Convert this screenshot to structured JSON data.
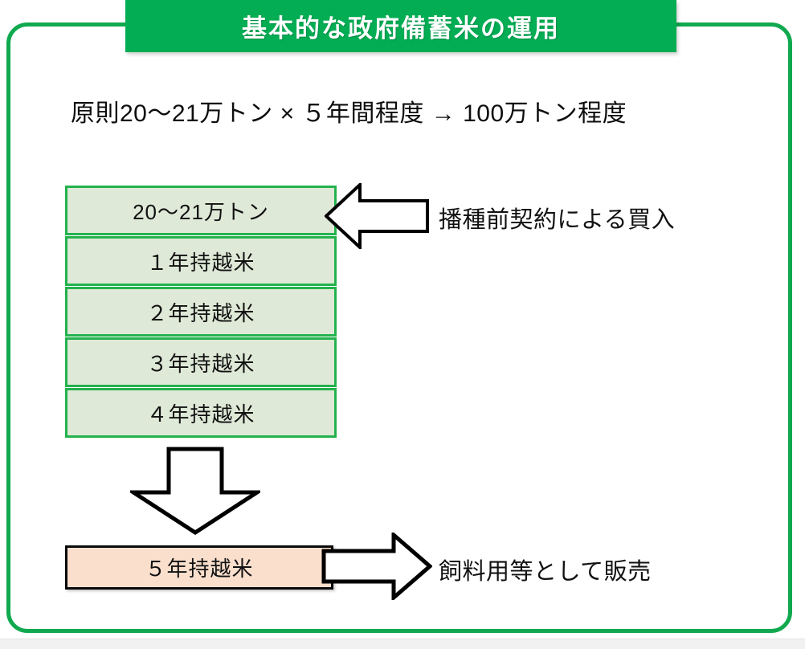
{
  "banner": {
    "title": "基本的な政府備蓄米の運用",
    "background_color": "#02ad53",
    "text_color": "#ffffff"
  },
  "frame": {
    "border_color": "#10a94f"
  },
  "formula": {
    "text": "原則20〜21万トン ×  ５年間程度 → 100万トン程度"
  },
  "stack": {
    "fill_color": "#dfe9d7",
    "border_color": "#23b24d",
    "rows": [
      {
        "label": "20〜21万トン"
      },
      {
        "label": "１年持越米"
      },
      {
        "label": "２年持越米"
      },
      {
        "label": "３年持越米"
      },
      {
        "label": "４年持越米"
      }
    ]
  },
  "outflow": {
    "box_label": "５年持越米",
    "box_fill_color": "#fadfcd",
    "box_border_color": "#0a0a0a"
  },
  "annotations": {
    "buy_in": "播種前契約による買入",
    "sell_off": "飼料用等として販売"
  },
  "icons": {
    "arrow_left": "arrow-left-block-icon",
    "arrow_down": "arrow-down-block-icon",
    "arrow_right": "arrow-right-block-icon"
  }
}
